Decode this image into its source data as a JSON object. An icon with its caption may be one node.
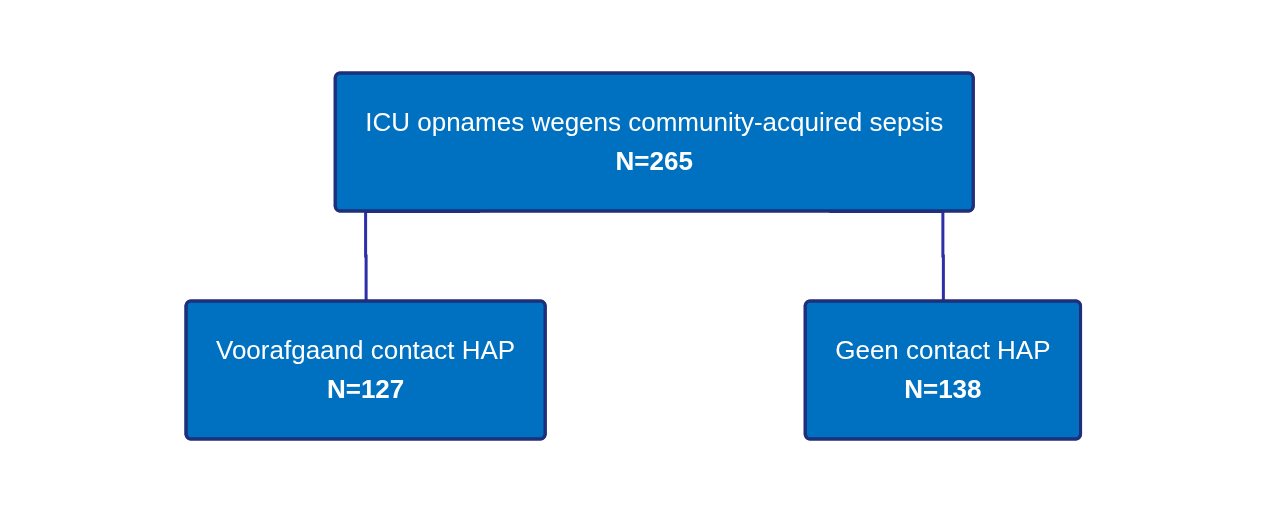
{
  "diagram": {
    "nodes": [
      {
        "text": [
          "ICU opnames wegens community-acquired sepsis",
          "N=265"
        ]
      },
      {
        "text": [
          "Voorafgaand contact HAP",
          "N=127"
        ]
      },
      {
        "text": [
          "Geen contact HAP",
          "N=138"
        ]
      }
    ],
    "edges": [
      {
        "from": 0,
        "to": 1,
        "arrow": "none"
      },
      {
        "from": 0,
        "to": 2,
        "arrow": "none"
      }
    ]
  }
}
